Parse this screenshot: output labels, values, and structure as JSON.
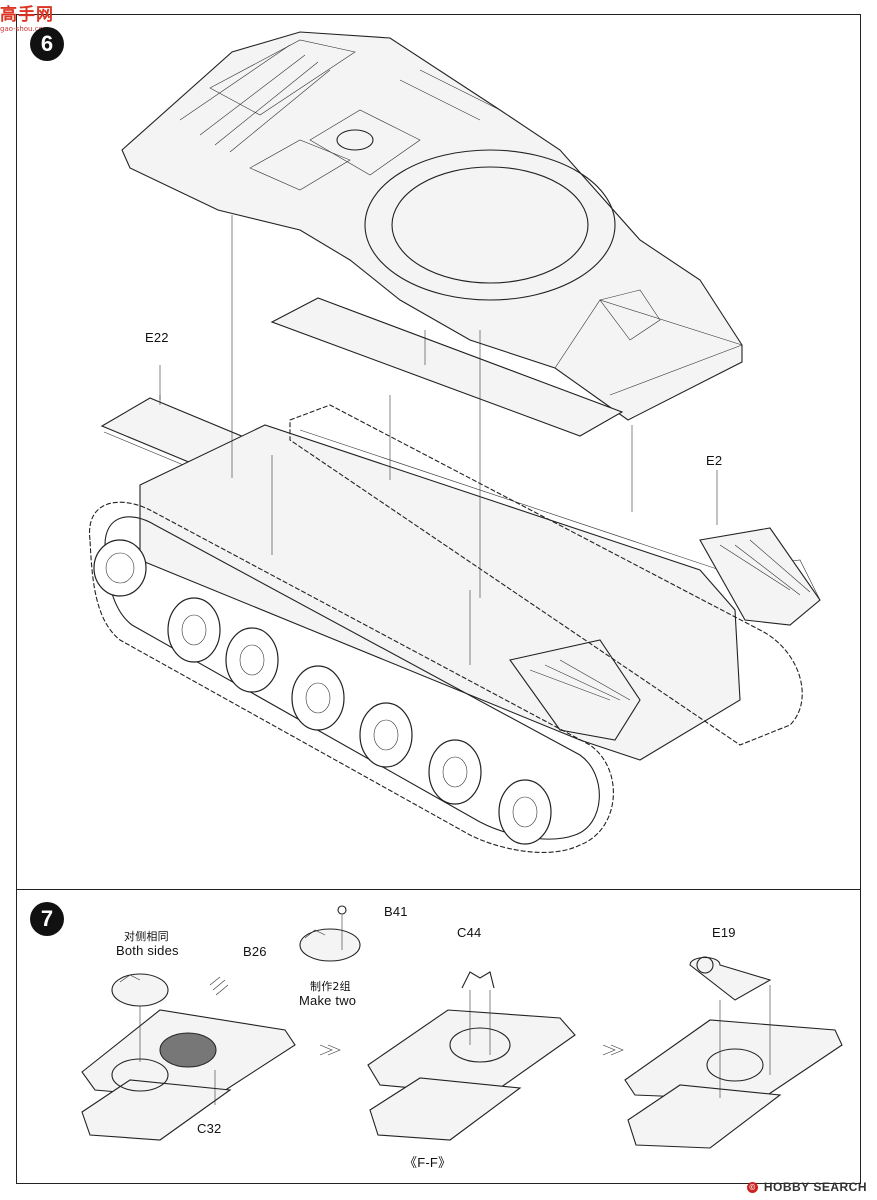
{
  "watermark_top": {
    "main": "高手网",
    "sub": "gao-shou.com"
  },
  "step6": {
    "number": "6"
  },
  "step6_labels": {
    "e22": "E22",
    "e2": "E2"
  },
  "step7": {
    "number": "7"
  },
  "step7_labels": {
    "both_sides_cn": "对侧相同",
    "both_sides_en": "Both sides",
    "b41": "B41",
    "b26": "B26",
    "make_two_cn": "制作2组",
    "make_two_en": "Make two",
    "c44": "C44",
    "e19": "E19",
    "c32": "C32",
    "section": "《F-F》"
  },
  "watermark_bottom": {
    "brand": "HOBBY SEARCH",
    "icon_glyph": "©"
  }
}
